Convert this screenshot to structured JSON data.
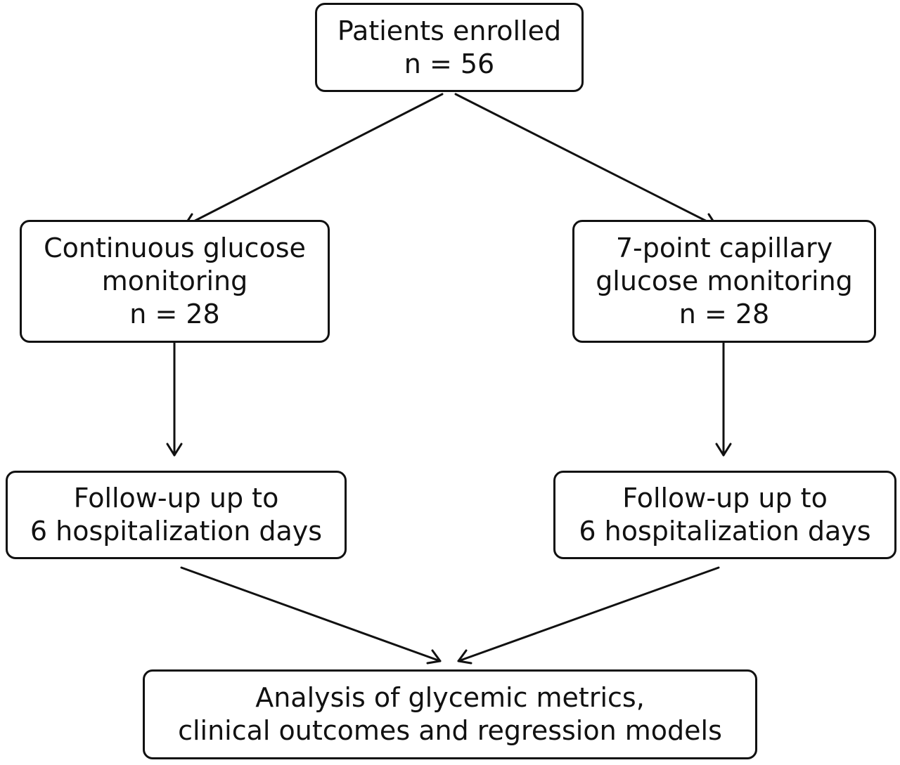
{
  "nodes": {
    "enrolled": {
      "lines": [
        "Patients enrolled",
        "n = 56"
      ]
    },
    "cgm": {
      "lines": [
        "Continuous glucose",
        "monitoring",
        "n = 28"
      ]
    },
    "capillary": {
      "lines": [
        "7-point capillary",
        "glucose monitoring",
        "n = 28"
      ]
    },
    "followup_left": {
      "lines": [
        "Follow-up up to",
        "6 hospitalization days"
      ]
    },
    "followup_right": {
      "lines": [
        "Follow-up up to",
        "6 hospitalization days"
      ]
    },
    "analysis": {
      "lines": [
        "Analysis of glycemic metrics,",
        "clinical outcomes and regression models"
      ]
    }
  },
  "edges": [
    {
      "from": "enrolled",
      "to": "cgm"
    },
    {
      "from": "enrolled",
      "to": "capillary"
    },
    {
      "from": "cgm",
      "to": "followup_left"
    },
    {
      "from": "capillary",
      "to": "followup_right"
    },
    {
      "from": "followup_left",
      "to": "analysis"
    },
    {
      "from": "followup_right",
      "to": "analysis"
    }
  ],
  "colors": {
    "stroke": "#111111",
    "background": "#ffffff"
  }
}
